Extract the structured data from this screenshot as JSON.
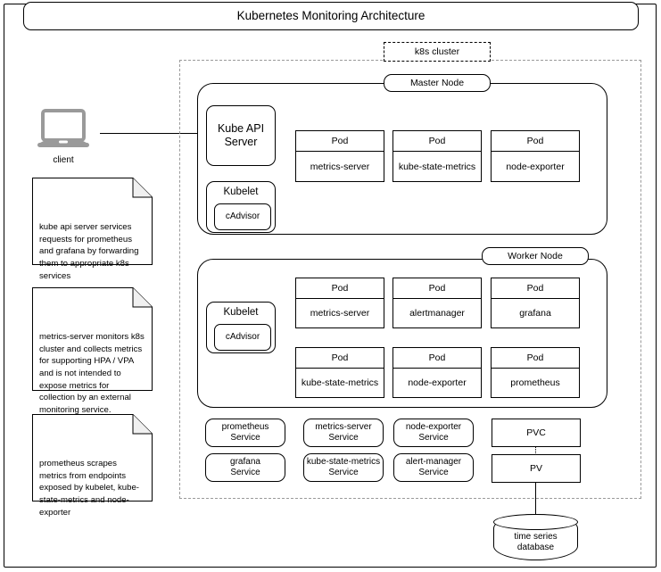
{
  "title": "Kubernetes Monitoring Architecture",
  "cluster": {
    "label": "k8s cluster",
    "master_node": {
      "label": "Master Node",
      "kube_api_server": "Kube API\nServer",
      "kubelet": "Kubelet",
      "cadvisor": "cAdvisor",
      "pods": [
        {
          "head": "Pod",
          "name": "metrics-server"
        },
        {
          "head": "Pod",
          "name": "kube-state-metrics"
        },
        {
          "head": "Pod",
          "name": "node-exporter"
        }
      ]
    },
    "worker_node": {
      "label": "Worker Node",
      "kubelet": "Kubelet",
      "cadvisor": "cAdvisor",
      "pods": [
        {
          "head": "Pod",
          "name": "metrics-server"
        },
        {
          "head": "Pod",
          "name": "alertmanager"
        },
        {
          "head": "Pod",
          "name": "grafana"
        },
        {
          "head": "Pod",
          "name": "kube-state-metrics"
        },
        {
          "head": "Pod",
          "name": "node-exporter"
        },
        {
          "head": "Pod",
          "name": "prometheus"
        }
      ]
    },
    "services": [
      {
        "line1": "prometheus",
        "line2": "Service"
      },
      {
        "line1": "metrics-server",
        "line2": "Service"
      },
      {
        "line1": "node-exporter",
        "line2": "Service"
      },
      {
        "line1": "grafana",
        "line2": "Service"
      },
      {
        "line1": "kube-state-metrics",
        "line2": "Service"
      },
      {
        "line1": "alert-manager",
        "line2": "Service"
      }
    ],
    "storage": [
      {
        "label": "PVC"
      },
      {
        "label": "PV"
      }
    ]
  },
  "client": {
    "label": "client",
    "icon": "laptop-icon"
  },
  "database": {
    "line1": "time series",
    "line2": "database"
  },
  "notes": [
    {
      "text": "kube api server services requests for prometheus and grafana by forwarding them to appropriate k8s services"
    },
    {
      "text": "metrics-server monitors k8s cluster and collects metrics for supporting HPA / VPA and is not intended to expose metrics for collection by an external monitoring service."
    },
    {
      "text": "prometheus scrapes metrics from endpoints exposed by kubelet, kube-state-metrics and node-exporter"
    }
  ],
  "colors": {
    "stroke": "#000000",
    "cluster_border": "#9a9a9a",
    "client_icon": "#9a9a9a",
    "background": "#ffffff"
  }
}
